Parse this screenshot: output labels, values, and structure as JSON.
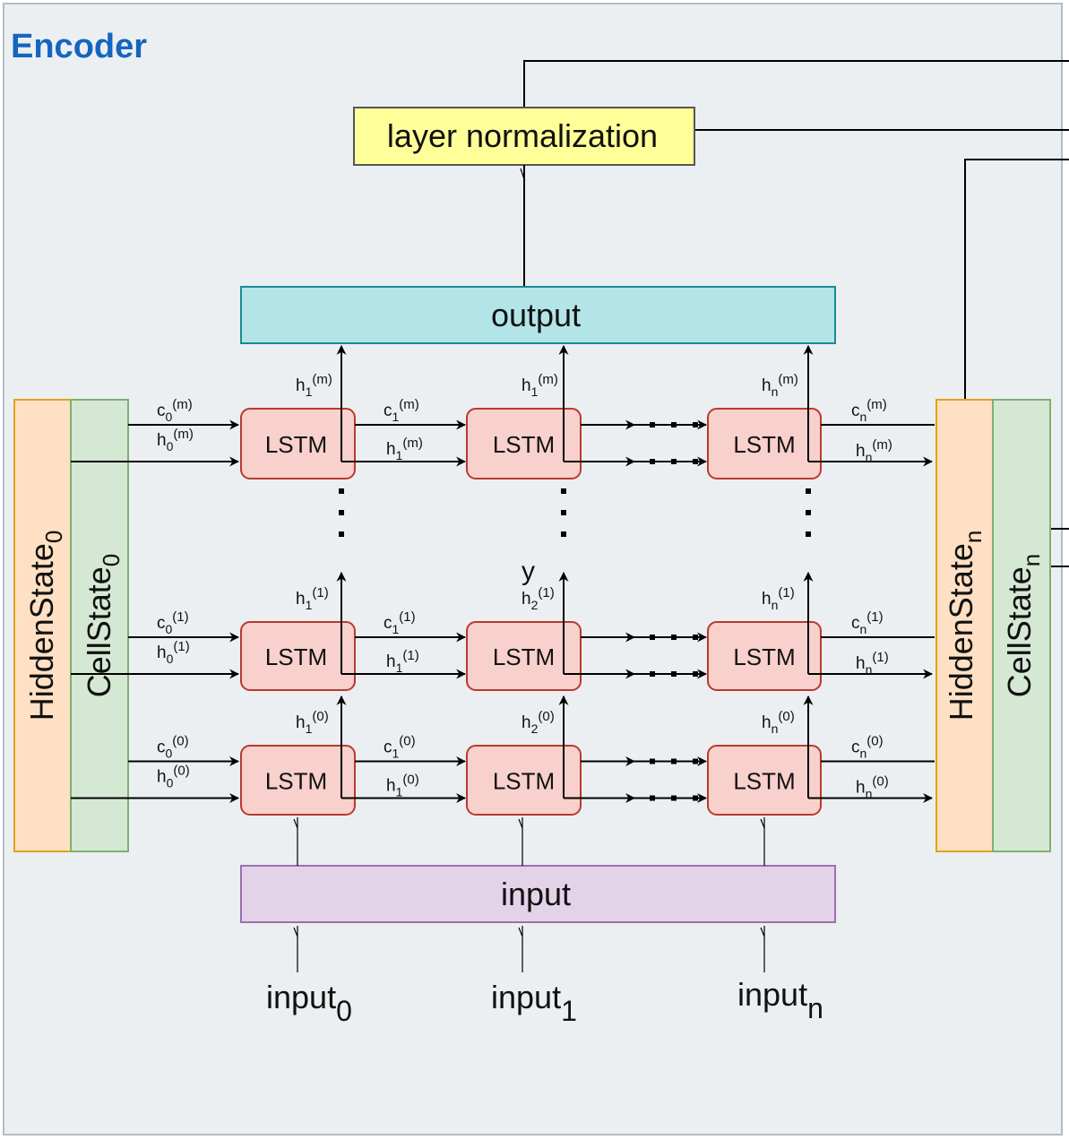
{
  "title": "Encoder",
  "layer_norm_label": "layer normalization",
  "output_label": "output",
  "input_label": "input",
  "lstm_label": "LSTM",
  "left_states": {
    "hidden": "HiddenState",
    "hidden_sub": "0",
    "cell": "CellState",
    "cell_sub": "0"
  },
  "right_states": {
    "hidden": "HiddenState",
    "hidden_sub": "n",
    "cell": "CellState",
    "cell_sub": "n"
  },
  "inputs": [
    {
      "base": "input",
      "sub": "0"
    },
    {
      "base": "input",
      "sub": "1"
    },
    {
      "base": "input",
      "sub": "n"
    }
  ],
  "y_label": "y",
  "colors": {
    "title": "#1565c0",
    "frame_bg": "#eceff1",
    "frame_border": "#b0bec5",
    "layer_norm_fill": "#ffff99",
    "layer_norm_stroke": "#555555",
    "output_fill": "#b3e5e8",
    "output_stroke": "#1b8a96",
    "input_fill": "#e3d3e8",
    "input_stroke": "#9b6fb0",
    "lstm_fill": "#f8d0cc",
    "lstm_stroke": "#b83a30",
    "hidden_fill": "#ffe0c4",
    "hidden_stroke": "#e3a21a",
    "cell_fill": "#d5e8d4",
    "cell_stroke": "#7fb06e"
  },
  "labels": {
    "top_c0": {
      "b": "c",
      "s": "0",
      "p": "(m)"
    },
    "top_h0": {
      "b": "h",
      "s": "0",
      "p": "(m)"
    },
    "top_c1": {
      "b": "c",
      "s": "1",
      "p": "(m)"
    },
    "top_h1": {
      "b": "h",
      "s": "1",
      "p": "(m)"
    },
    "top_cn": {
      "b": "c",
      "s": "n",
      "p": "(m)"
    },
    "top_hn": {
      "b": "h",
      "s": "n",
      "p": "(m)"
    },
    "top_up1": {
      "b": "h",
      "s": "1",
      "p": "(m)"
    },
    "top_up2": {
      "b": "h",
      "s": "1",
      "p": "(m)"
    },
    "top_up3": {
      "b": "h",
      "s": "n",
      "p": "(m)"
    },
    "mid_c0": {
      "b": "c",
      "s": "0",
      "p": "(1)"
    },
    "mid_h0": {
      "b": "h",
      "s": "0",
      "p": "(1)"
    },
    "mid_c1": {
      "b": "c",
      "s": "1",
      "p": "(1)"
    },
    "mid_h1": {
      "b": "h",
      "s": "1",
      "p": "(1)"
    },
    "mid_cn": {
      "b": "c",
      "s": "n",
      "p": "(1)"
    },
    "mid_hn": {
      "b": "h",
      "s": "n",
      "p": "(1)"
    },
    "mid_up1": {
      "b": "h",
      "s": "1",
      "p": "(1)"
    },
    "mid_up2": {
      "b": "h",
      "s": "2",
      "p": "(1)"
    },
    "mid_up3": {
      "b": "h",
      "s": "n",
      "p": "(1)"
    },
    "bot_c0": {
      "b": "c",
      "s": "0",
      "p": "(0)"
    },
    "bot_h0": {
      "b": "h",
      "s": "0",
      "p": "(0)"
    },
    "bot_c1": {
      "b": "c",
      "s": "1",
      "p": "(0)"
    },
    "bot_h1": {
      "b": "h",
      "s": "1",
      "p": "(0)"
    },
    "bot_cn": {
      "b": "c",
      "s": "n",
      "p": "(0)"
    },
    "bot_hn": {
      "b": "h",
      "s": "n",
      "p": "(0)"
    },
    "bot_up1": {
      "b": "h",
      "s": "1",
      "p": "(0)"
    },
    "bot_up2": {
      "b": "h",
      "s": "2",
      "p": "(0)"
    },
    "bot_up3": {
      "b": "h",
      "s": "n",
      "p": "(0)"
    }
  }
}
